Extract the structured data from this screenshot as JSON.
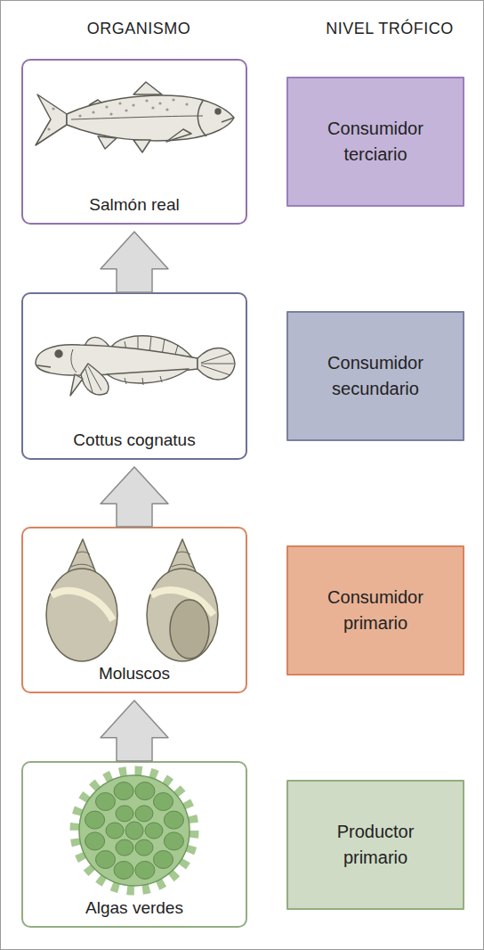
{
  "diagram": {
    "nodes": [
      {
        "text": [
          "Salmón real"
        ]
      },
      {
        "text": [
          "Consumidor terciario"
        ]
      },
      {
        "text": [
          "Cottus cognatus"
        ]
      },
      {
        "text": [
          "Consumidor secundario"
        ]
      },
      {
        "text": [
          "Moluscos"
        ]
      },
      {
        "text": [
          "Consumidor primario"
        ]
      },
      {
        "text": [
          "Algas verdes"
        ]
      },
      {
        "text": [
          "Productor primario"
        ]
      }
    ],
    "edges": [
      {
        "from": 6,
        "to": 4,
        "arrow": "to"
      },
      {
        "from": 4,
        "to": 2,
        "arrow": "to"
      },
      {
        "from": 2,
        "to": 0,
        "arrow": "to"
      }
    ],
    "labels": [
      "ORGANISMO",
      "NIVEL TRÓFICO"
    ]
  }
}
